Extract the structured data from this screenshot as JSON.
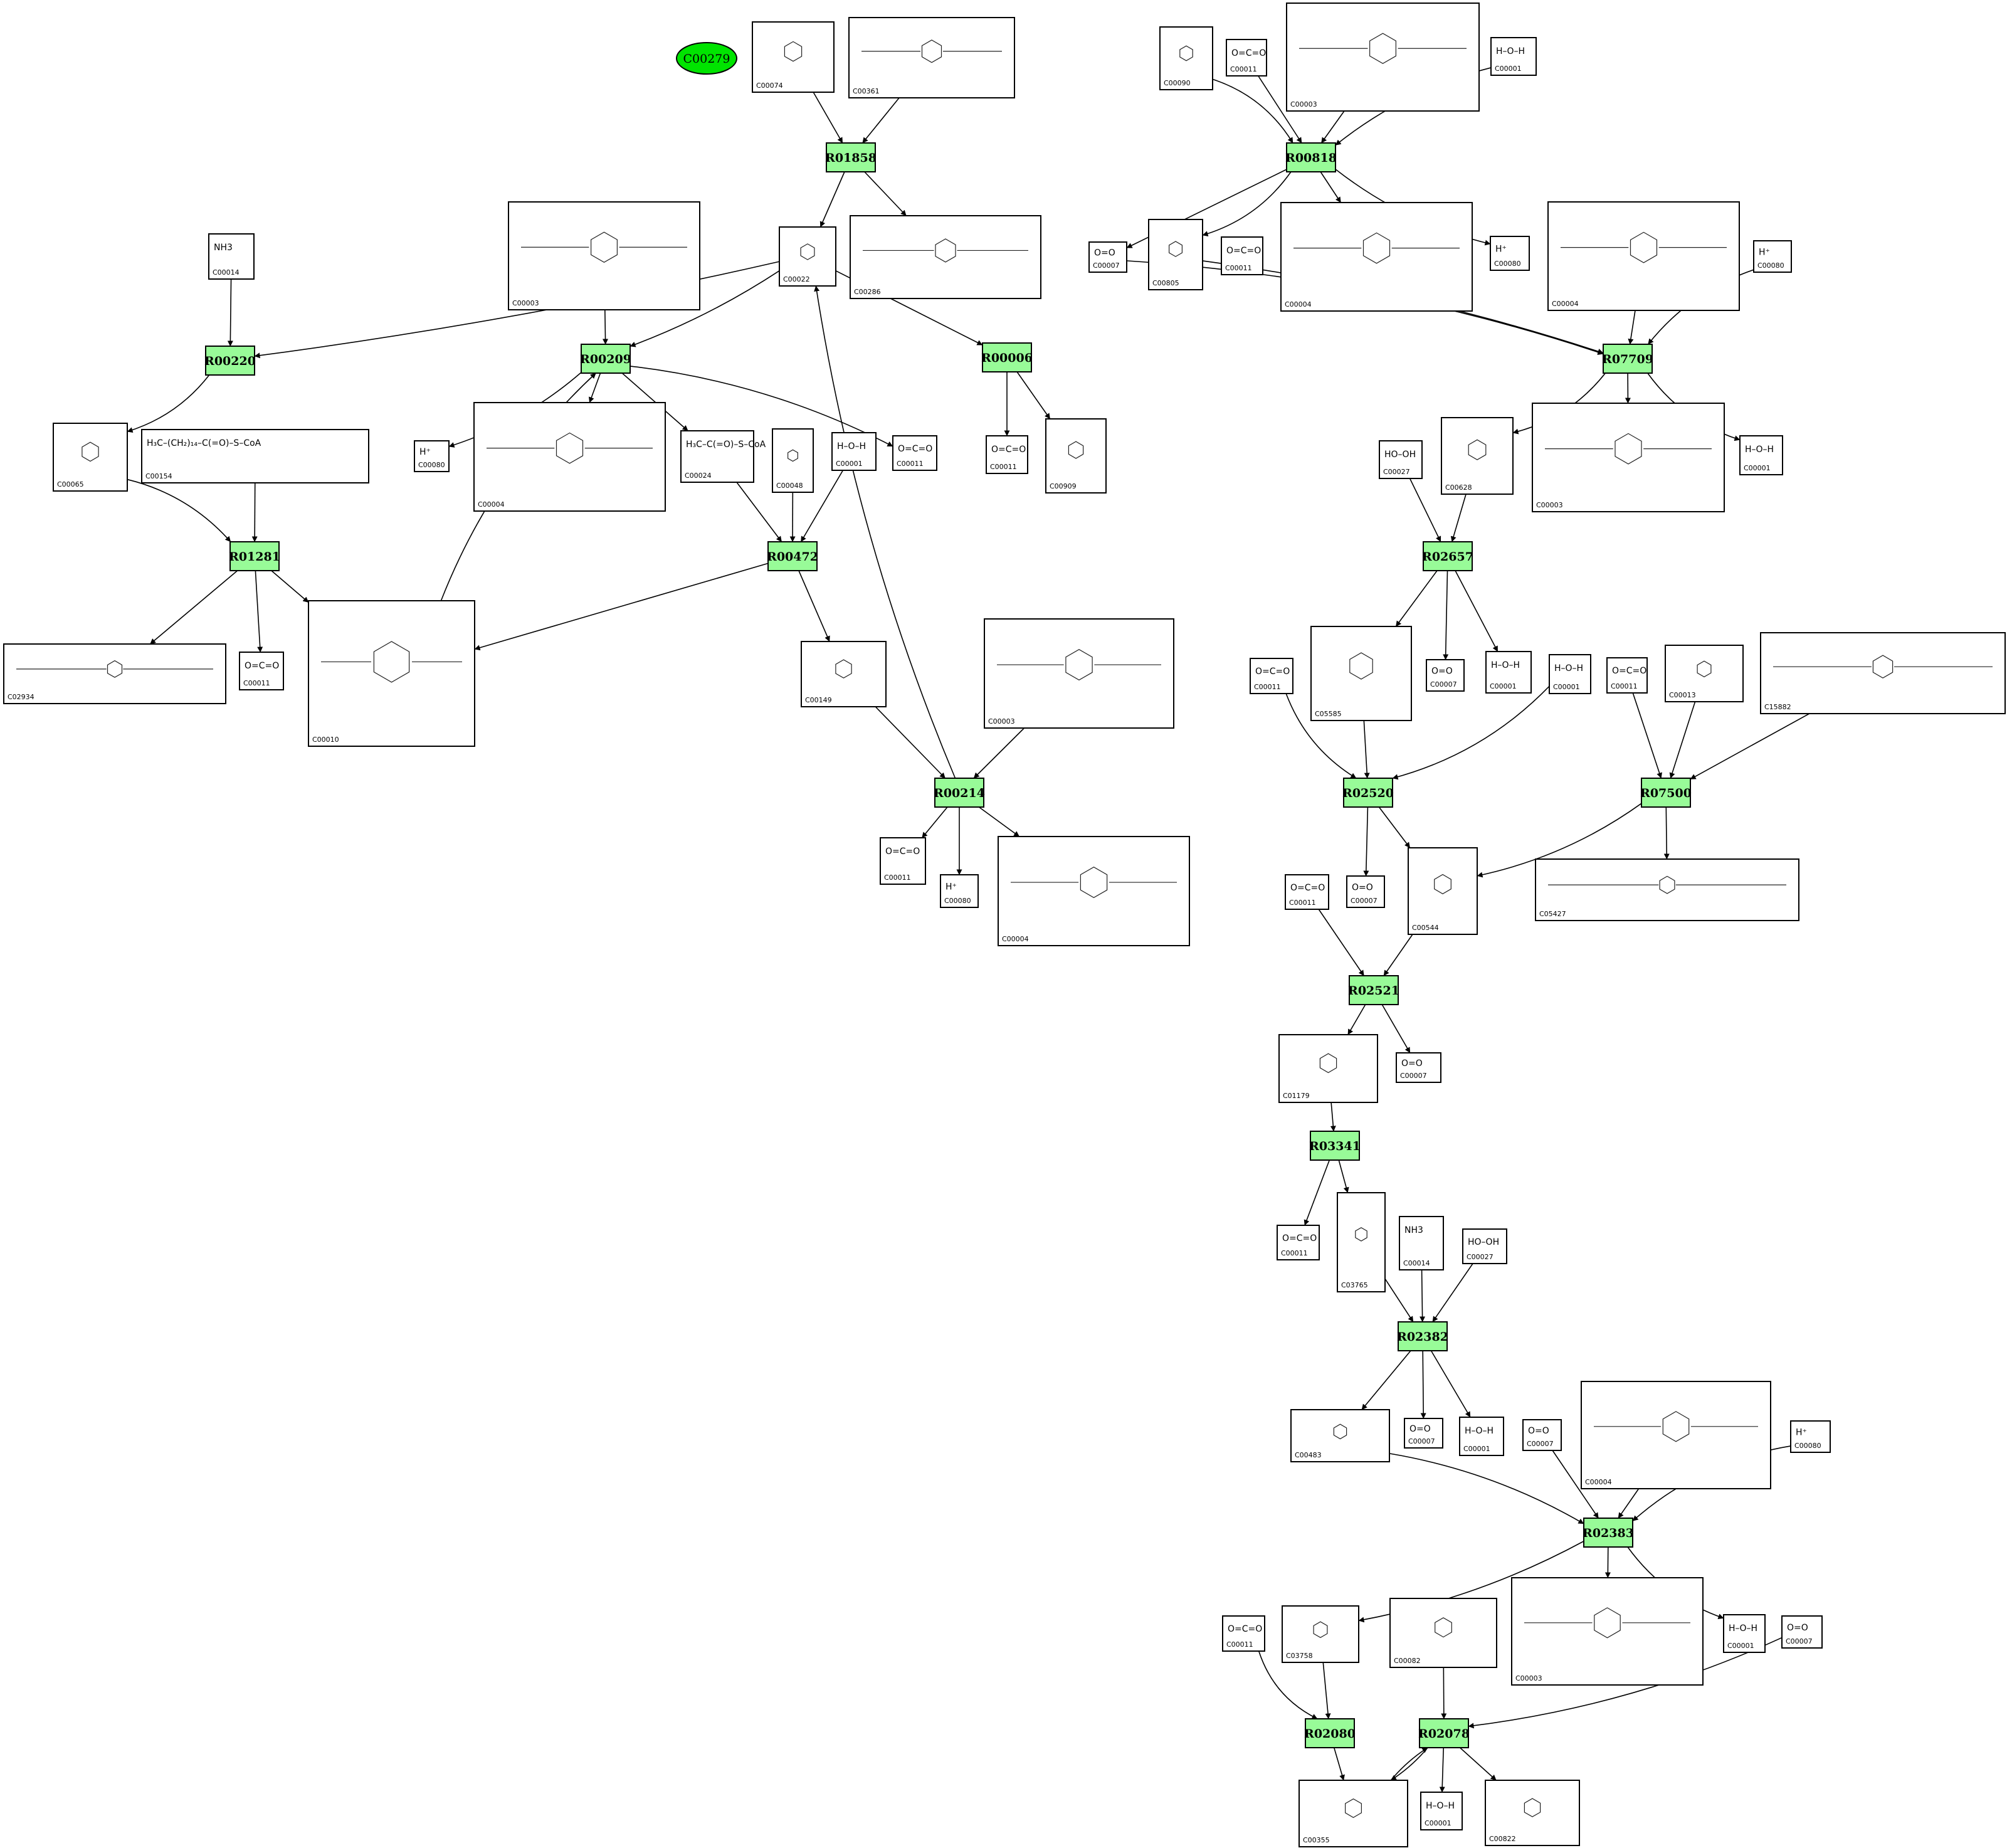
{
  "highlight": {
    "id": "C00279",
    "color": "#00e400"
  },
  "reaction_color": "#98fb98",
  "reactions": [
    "R01858",
    "R00818",
    "R00220",
    "R00209",
    "R00006",
    "R07709",
    "R01281",
    "R00472",
    "R02657",
    "R00214",
    "R02520",
    "R07500",
    "R02521",
    "R03341",
    "R02382",
    "R02383",
    "R02080",
    "R02078"
  ],
  "compounds": [
    {
      "id": "C00074",
      "formula": ""
    },
    {
      "id": "C00361",
      "formula": ""
    },
    {
      "id": "C00090",
      "formula": ""
    },
    {
      "id": "C00011",
      "formula": "O=C=O"
    },
    {
      "id": "C00003",
      "formula": ""
    },
    {
      "id": "C00001",
      "formula": "H–O–H"
    },
    {
      "id": "C00014",
      "formula": "NH3"
    },
    {
      "id": "C00022",
      "formula": ""
    },
    {
      "id": "C00286",
      "formula": ""
    },
    {
      "id": "C00805",
      "formula": ""
    },
    {
      "id": "C00007",
      "formula": "O=O"
    },
    {
      "id": "C00004",
      "formula": ""
    },
    {
      "id": "C00080",
      "formula": "H⁺"
    },
    {
      "id": "C00065",
      "formula": ""
    },
    {
      "id": "C00154",
      "formula": "H₃C–(CH₂)₁₄–C(=O)–S–CoA"
    },
    {
      "id": "C00024",
      "formula": "H₃C–C(=O)–S–CoA"
    },
    {
      "id": "C00048",
      "formula": ""
    },
    {
      "id": "C00909",
      "formula": ""
    },
    {
      "id": "C00027",
      "formula": "HO–OH"
    },
    {
      "id": "C00628",
      "formula": ""
    },
    {
      "id": "C02934",
      "formula": ""
    },
    {
      "id": "C00010",
      "formula": ""
    },
    {
      "id": "C00149",
      "formula": ""
    },
    {
      "id": "C05585",
      "formula": ""
    },
    {
      "id": "C00013",
      "formula": ""
    },
    {
      "id": "C15882",
      "formula": ""
    },
    {
      "id": "C00544",
      "formula": ""
    },
    {
      "id": "C05427",
      "formula": ""
    },
    {
      "id": "C01179",
      "formula": ""
    },
    {
      "id": "C03765",
      "formula": ""
    },
    {
      "id": "C00483",
      "formula": ""
    },
    {
      "id": "C03758",
      "formula": ""
    },
    {
      "id": "C00082",
      "formula": ""
    },
    {
      "id": "C00355",
      "formula": ""
    },
    {
      "id": "C00822",
      "formula": ""
    }
  ]
}
